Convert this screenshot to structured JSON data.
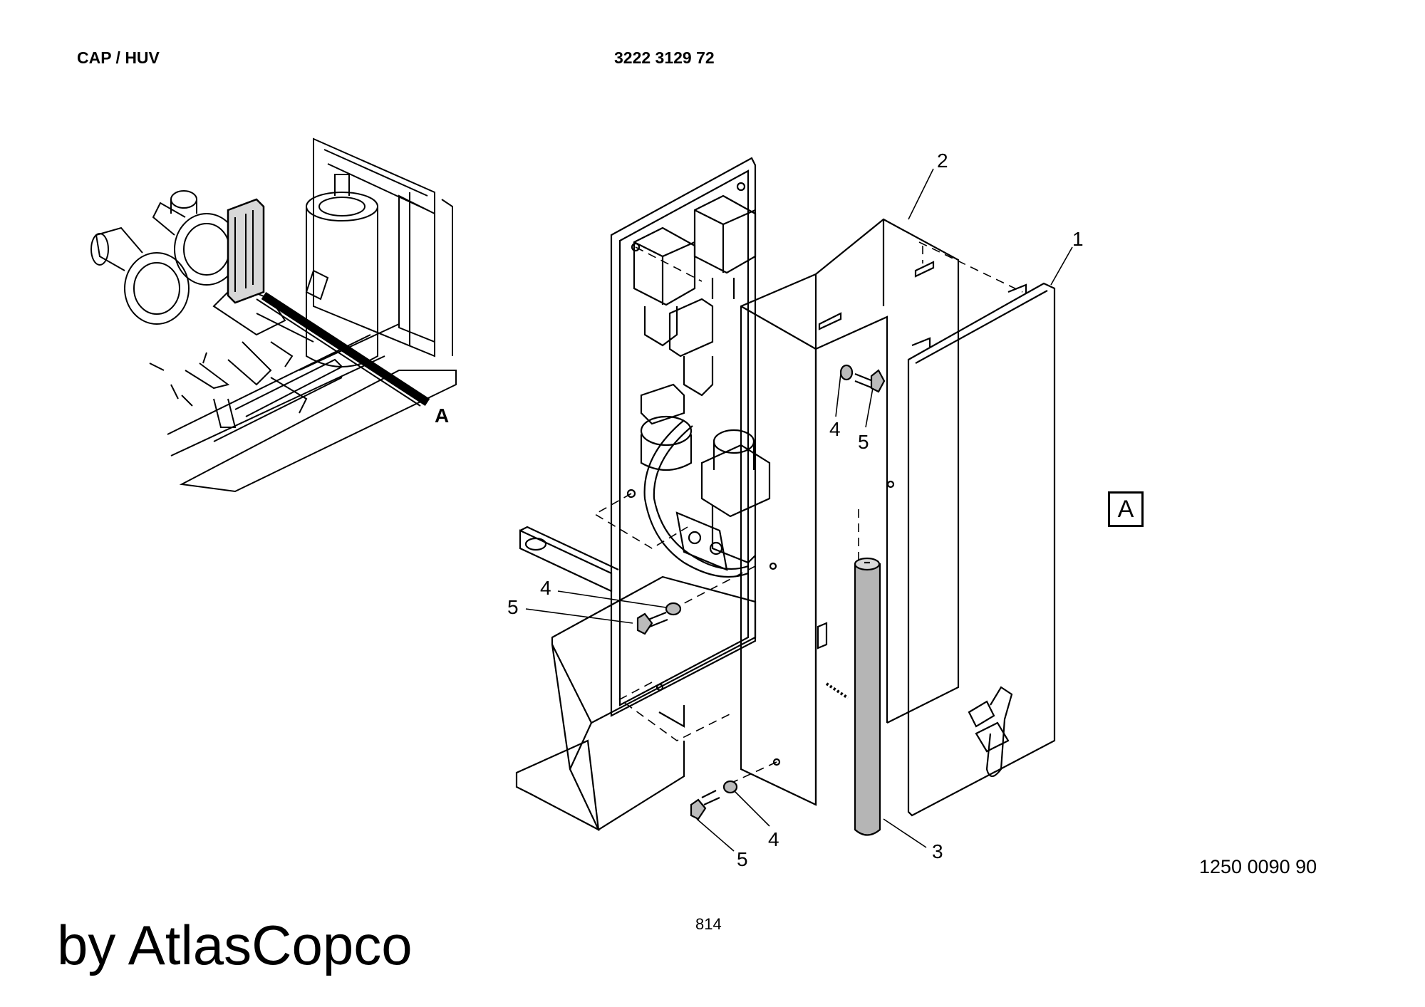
{
  "header": {
    "left": "CAP / HUV",
    "center": "3222 3129 72"
  },
  "overview": {
    "callout": "A"
  },
  "detail_marker": "A",
  "item_labels": [
    {
      "text": "1"
    },
    {
      "text": "2"
    },
    {
      "text": "3"
    },
    {
      "text": "4"
    },
    {
      "text": "5"
    },
    {
      "text": "4"
    },
    {
      "text": "5"
    },
    {
      "text": "4"
    },
    {
      "text": "5"
    }
  ],
  "drawing_number": "1250 0090 90",
  "page_number": "814",
  "watermark": "by AtlasCopco"
}
